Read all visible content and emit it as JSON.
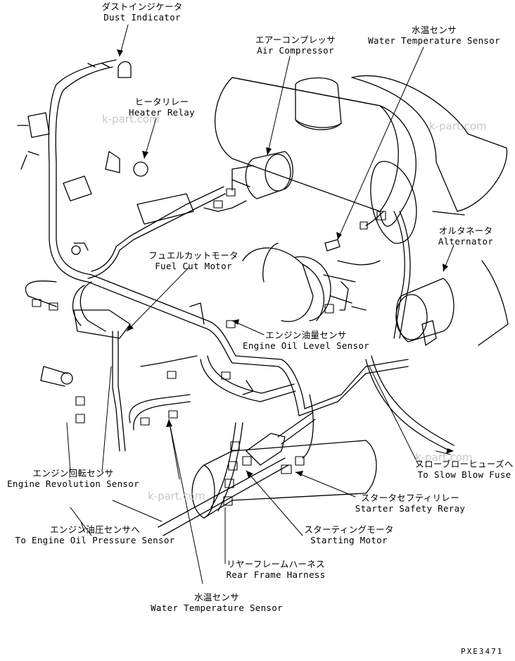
{
  "labels": {
    "dust_indicator": {
      "jp": "ダストインジケータ",
      "en": "Dust Indicator"
    },
    "heater_relay": {
      "jp": "ヒータリレー",
      "en": "Heater Relay"
    },
    "air_compressor": {
      "jp": "エアーコンプレッサ",
      "en": "Air Compressor"
    },
    "water_temp_sensor_top": {
      "jp": "水温センサ",
      "en": "Water Temperature Sensor"
    },
    "alternator": {
      "jp": "オルタネータ",
      "en": "Alternator"
    },
    "fuel_cut_motor": {
      "jp": "フュエルカットモータ",
      "en": "Fuel Cut Motor"
    },
    "engine_oil_level_sensor": {
      "jp": "エンジン油量センサ",
      "en": "Engine Oil Level Sensor"
    },
    "slow_blow_fuse": {
      "jp": "スローブローヒューズへ",
      "en": "To Slow Blow Fuse"
    },
    "engine_revolution_sensor": {
      "jp": "エンジン回転センサ",
      "en": "Engine Revolution Sensor"
    },
    "starter_safety_relay": {
      "jp": "スタータセフティリレー",
      "en": "Starter Safety Reray"
    },
    "engine_oil_pressure_sensor": {
      "jp": "エンジン油圧センサへ",
      "en": "To Engine Oil Pressure Sensor"
    },
    "starting_motor": {
      "jp": "スターティングモータ",
      "en": "Starting Motor"
    },
    "rear_frame_harness": {
      "jp": "リヤーフレームハーネス",
      "en": "Rear Frame Harness"
    },
    "water_temp_sensor_bottom": {
      "jp": "水温センサ",
      "en": "Water Temperature Sensor"
    }
  },
  "watermark": "k-part.com",
  "drawing_code": "PXE3471"
}
